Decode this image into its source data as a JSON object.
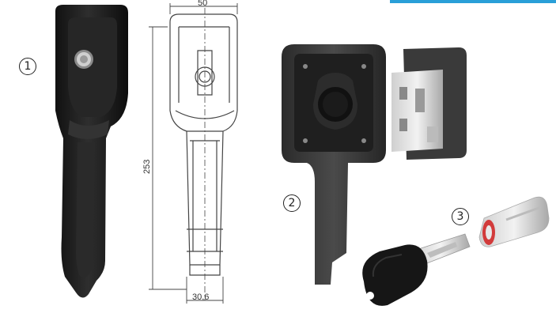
{
  "labels": {
    "item_1": "1",
    "item_2": "2",
    "item_3": "3"
  },
  "dimensions": {
    "width_top": "50",
    "height": "253",
    "width_bottom": "30,6"
  },
  "colors": {
    "accent": "#2a9fd8",
    "handle": "#1c1c1c",
    "lock_body": "#333333",
    "drawing_line": "#444444"
  }
}
